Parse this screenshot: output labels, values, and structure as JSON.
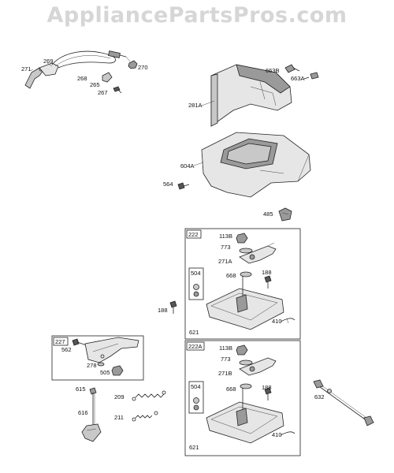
{
  "watermark": "AppliancePartsPros.com",
  "parts": {
    "p271": "271",
    "p269": "269",
    "p268": "268",
    "p265": "265",
    "p267": "267",
    "p270": "270",
    "p663B": "663B",
    "p663A": "663A",
    "p281A": "281A",
    "p604A": "604A",
    "p564": "564",
    "p485": "485",
    "p188_left": "188",
    "p562": "562",
    "p278": "278",
    "p505": "505",
    "p615": "615",
    "p616": "616",
    "p209": "209",
    "p211": "211",
    "p632": "632"
  },
  "box222": {
    "title": "222",
    "p113B": "113B",
    "p773": "773",
    "p271A": "271A",
    "p668": "668",
    "p188": "188",
    "p504": "504",
    "p410": "410",
    "p621": "621"
  },
  "box222A": {
    "title": "222A",
    "p113B": "113B",
    "p773": "773",
    "p271B": "271B",
    "p668": "668",
    "p188": "188",
    "p504": "504",
    "p410": "410",
    "p621": "621"
  },
  "box227": {
    "title": "227"
  }
}
